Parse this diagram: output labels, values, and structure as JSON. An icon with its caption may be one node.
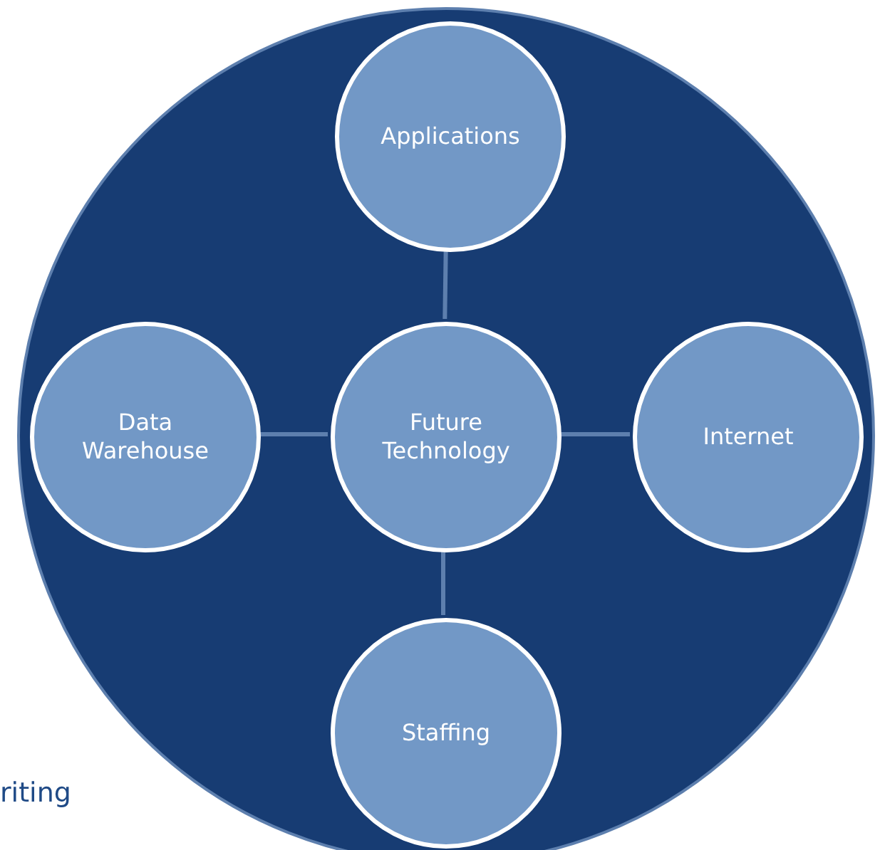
{
  "diagram": {
    "nodes": [
      {
        "text": [],
        "shape": "circle"
      },
      {
        "text": [
          "Applications"
        ],
        "in": 0
      },
      {
        "text": [
          "Data Warehouse"
        ],
        "in": 0
      },
      {
        "text": [
          "Future Technology"
        ],
        "in": 0
      },
      {
        "text": [
          "Internet"
        ],
        "in": 0
      },
      {
        "text": [
          "Staffing"
        ],
        "in": 0
      }
    ],
    "edges": [
      {
        "from": 3,
        "to": 1,
        "arrow": "none"
      },
      {
        "from": 3,
        "to": 2,
        "arrow": "none"
      },
      {
        "from": 3,
        "to": 4,
        "arrow": "none"
      },
      {
        "from": 3,
        "to": 5,
        "arrow": "none"
      }
    ],
    "labels": [
      "riting"
    ]
  }
}
